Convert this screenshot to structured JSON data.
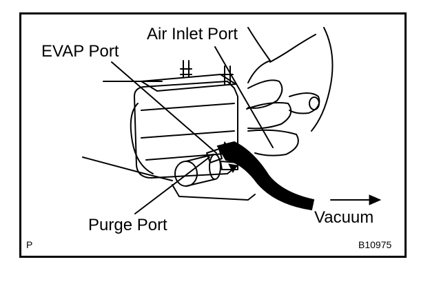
{
  "labels": {
    "air_inlet_port": "Air Inlet Port",
    "evap_port": "EVAP Port",
    "purge_port": "Purge Port",
    "vacuum": "Vacuum",
    "corner_letter": "P",
    "figure_code": "B10975"
  },
  "colors": {
    "line": "#000000",
    "background": "#ffffff"
  }
}
